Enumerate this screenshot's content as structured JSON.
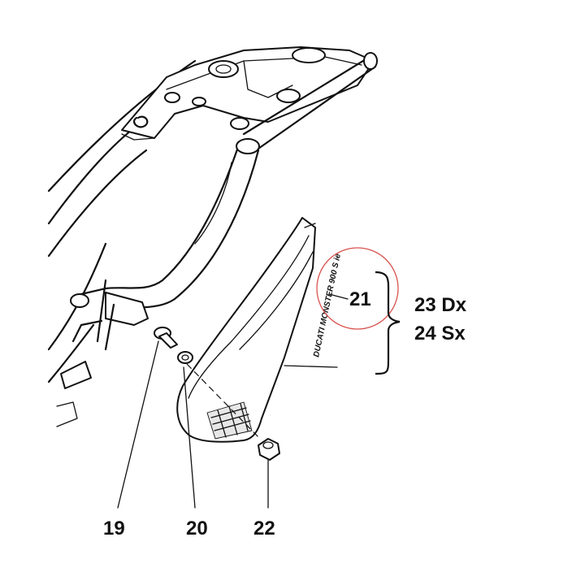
{
  "diagram": {
    "decal_text": "DUCATI MONSTER 900 S ie",
    "labels": {
      "screw": "19",
      "washer": "20",
      "side_panel": "21",
      "nut": "22",
      "right_variant": "23 Dx",
      "left_variant": "24 Sx"
    },
    "highlight_color": "#d9534f",
    "line_color": "#111111"
  }
}
